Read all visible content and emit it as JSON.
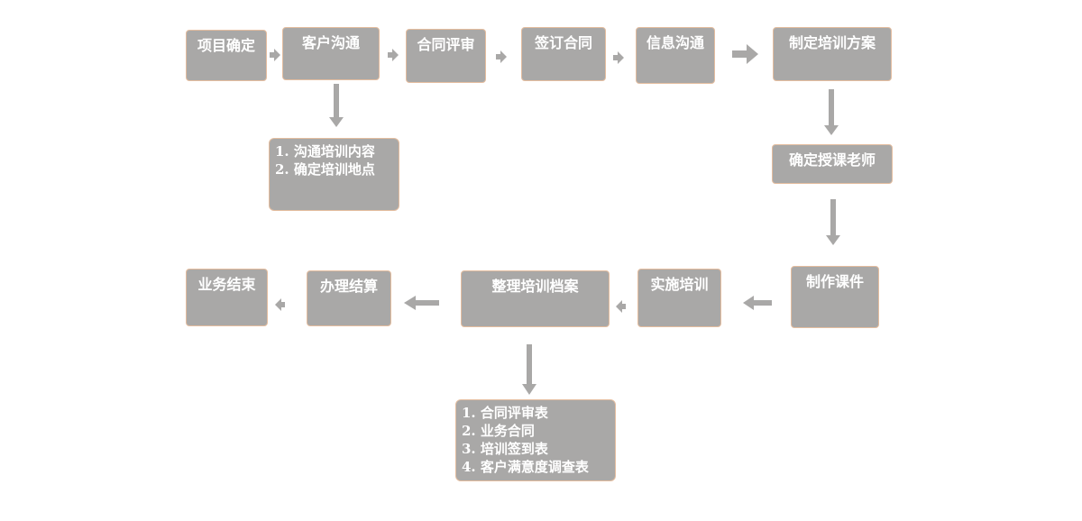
{
  "nodes": {
    "project_confirm": "项目确定",
    "client_comm": "客户沟通",
    "contract_review": "合同评审",
    "sign_contract": "签订合同",
    "info_comm": "信息沟通",
    "make_plan": "制定培训方案",
    "confirm_teacher": "确定授课老师",
    "make_courseware": "制作课件",
    "implement_training": "实施培训",
    "organize_archive": "整理培训档案",
    "settlement": "办理结算",
    "business_end": "业务结束"
  },
  "notes": {
    "client_comm": [
      "1. 沟通培训内容",
      "2. 确定培训地点"
    ],
    "archive": [
      "1. 合同评审表",
      "2. 业务合同",
      "3. 培训签到表",
      "4. 客户满意度调查表"
    ]
  },
  "colors": {
    "box_fill": "#a9a8a7",
    "box_border": "#e4bd9f",
    "arrow": "#a9a8a7",
    "text": "#ffffff"
  }
}
